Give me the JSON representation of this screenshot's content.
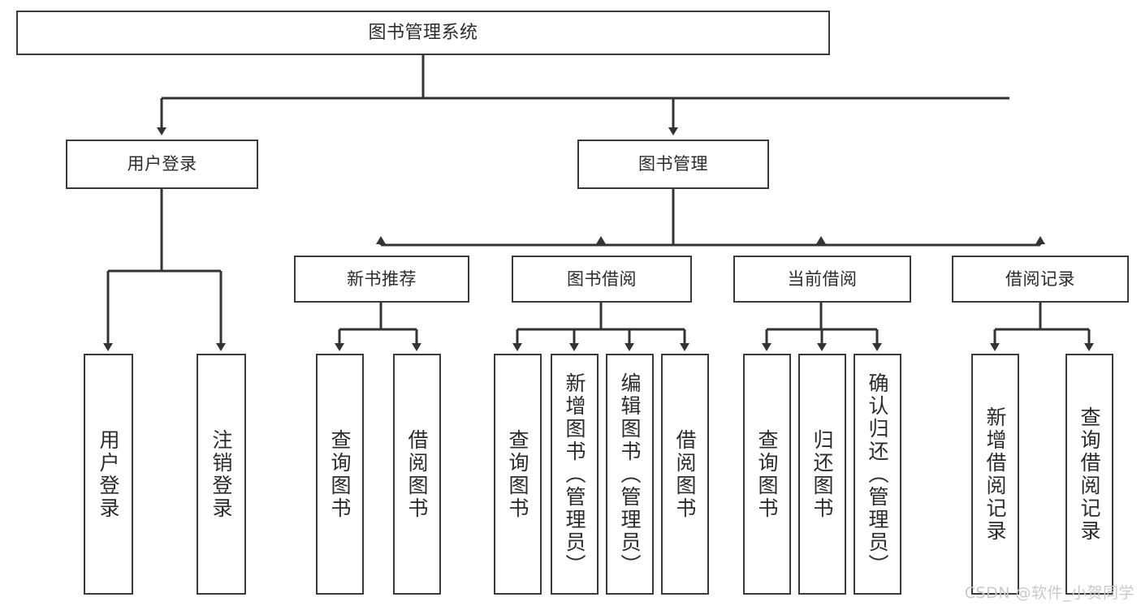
{
  "diagram": {
    "type": "tree",
    "title": "图书管理系统",
    "watermark": "CSDN @软件_小贺同学",
    "colors": {
      "box_border": "#3a3a3a",
      "box_fill": "#ffffff",
      "line": "#333333",
      "text": "#2b2b2b",
      "watermark": "#c9c9c9",
      "background": "#ffffff"
    },
    "levels": {
      "root": {
        "label": "图书管理系统"
      },
      "level2": [
        {
          "label": "用户登录"
        },
        {
          "label": "图书管理"
        }
      ],
      "level3": [
        {
          "label": "新书推荐"
        },
        {
          "label": "图书借阅"
        },
        {
          "label": "当前借阅"
        },
        {
          "label": "借阅记录"
        }
      ],
      "leaves": [
        {
          "label": "用户登录"
        },
        {
          "label": "注销登录"
        },
        {
          "label": "查询图书"
        },
        {
          "label": "借阅图书"
        },
        {
          "label": "查询图书"
        },
        {
          "label": "新增图书（管理员）"
        },
        {
          "label": "编辑图书（管理员）"
        },
        {
          "label": "借阅图书"
        },
        {
          "label": "查询图书"
        },
        {
          "label": "归还图书"
        },
        {
          "label": "确认归还（管理员）"
        },
        {
          "label": "新增借阅记录"
        },
        {
          "label": "查询借阅记录"
        }
      ]
    },
    "edges": [
      {
        "from": "图书管理系统",
        "to": "用户登录"
      },
      {
        "from": "图书管理系统",
        "to": "图书管理"
      },
      {
        "from": "用户登录",
        "to": "用户登录"
      },
      {
        "from": "用户登录",
        "to": "注销登录"
      },
      {
        "from": "图书管理",
        "to": "新书推荐"
      },
      {
        "from": "图书管理",
        "to": "图书借阅"
      },
      {
        "from": "图书管理",
        "to": "当前借阅"
      },
      {
        "from": "图书管理",
        "to": "借阅记录"
      },
      {
        "from": "新书推荐",
        "to": "查询图书"
      },
      {
        "from": "新书推荐",
        "to": "借阅图书"
      },
      {
        "from": "图书借阅",
        "to": "查询图书"
      },
      {
        "from": "图书借阅",
        "to": "新增图书（管理员）"
      },
      {
        "from": "图书借阅",
        "to": "编辑图书（管理员）"
      },
      {
        "from": "图书借阅",
        "to": "借阅图书"
      },
      {
        "from": "当前借阅",
        "to": "查询图书"
      },
      {
        "from": "当前借阅",
        "to": "归还图书"
      },
      {
        "from": "当前借阅",
        "to": "确认归还（管理员）"
      },
      {
        "from": "借阅记录",
        "to": "新增借阅记录"
      },
      {
        "from": "借阅记录",
        "to": "查询借阅记录"
      }
    ]
  }
}
